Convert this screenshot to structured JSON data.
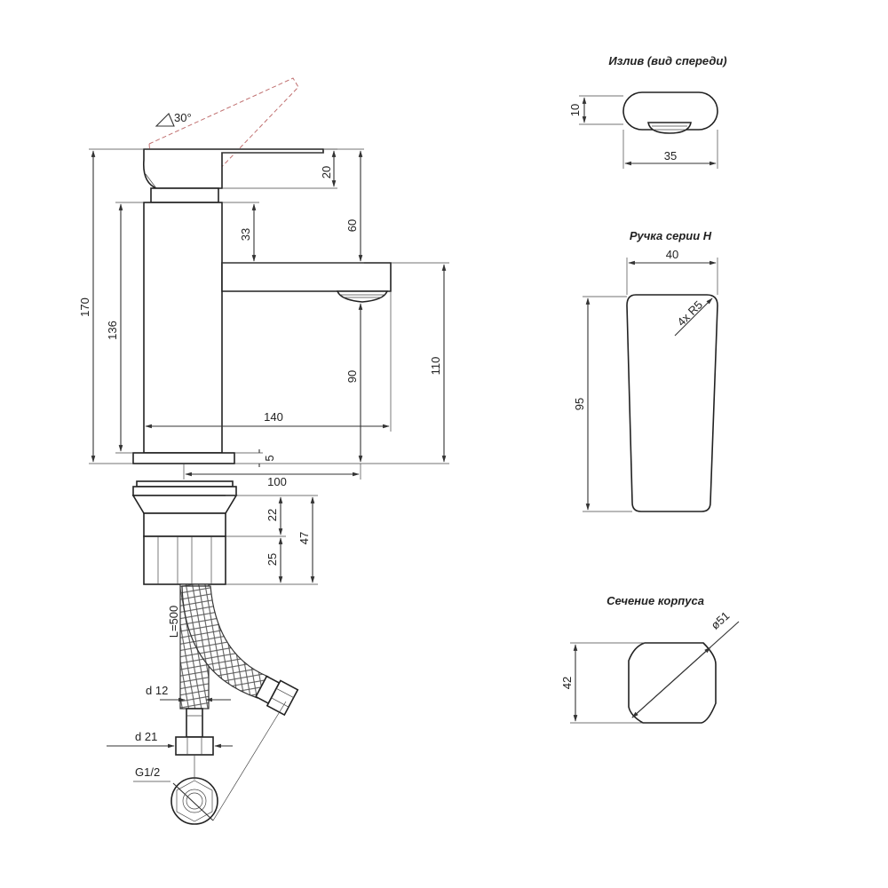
{
  "angle_label": "30°",
  "dims": {
    "d170": "170",
    "d136": "136",
    "d20": "20",
    "d60": "60",
    "d33": "33",
    "d110": "110",
    "d90": "90",
    "d140": "140",
    "d5": "5",
    "d100": "100",
    "d22": "22",
    "d47": "47",
    "d25": "25",
    "dL": "L=500",
    "dd12": "d 12",
    "dd21": "d 21",
    "dG": "G1/2"
  },
  "spout_front": {
    "title": "Излив (вид спереди)",
    "h": "10",
    "w": "35"
  },
  "handle": {
    "title": "Ручка серии Н",
    "w": "40",
    "h": "95",
    "r": "4x R5"
  },
  "section": {
    "title": "Сечение корпуса",
    "h": "42",
    "diag": "ø51"
  }
}
